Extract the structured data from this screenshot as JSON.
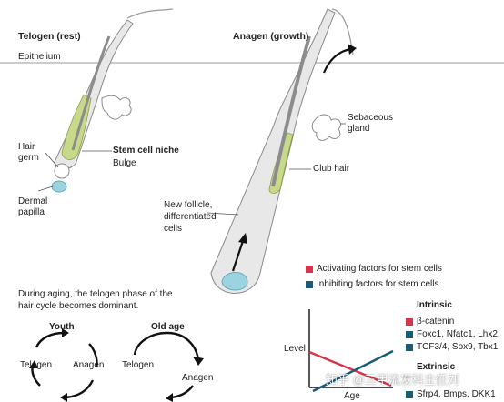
{
  "colors": {
    "activating": "#d6354a",
    "inhibiting": "#1a5b78",
    "niche_green": "#c8d98a",
    "papilla_teal": "#9bd4e0",
    "follicle_fill": "#e6e6e6",
    "shaft_gray": "#8c8c8c",
    "line_gray": "#9a9a9a"
  },
  "stages": {
    "telogen_title": "Telogen (rest)",
    "anagen_title": "Anagen (growth)"
  },
  "labels": {
    "epithelium": "Epithelium",
    "hair_germ_1": "Hair",
    "hair_germ_2": "germ",
    "dermal_papilla_1": "Dermal",
    "dermal_papilla_2": "papilla",
    "stem_cell_niche": "Stem cell niche",
    "bulge": "Bulge",
    "sebaceous_1": "Sebaceous",
    "sebaceous_2": "gland",
    "club_hair": "Club hair",
    "new_follicle_1": "New follicle,",
    "new_follicle_2": "differentiated",
    "new_follicle_3": "cells"
  },
  "aging": {
    "caption_1": "During aging, the telogen phase of the",
    "caption_2": "hair cycle becomes dominant.",
    "youth_title": "Youth",
    "old_title": "Old age",
    "youth_telogen": "Telogen",
    "youth_anagen": "Anagen",
    "old_telogen": "Telogen",
    "old_anagen": "Anagen"
  },
  "legend": {
    "activating": "Activating factors for stem cells",
    "inhibiting": "Inhibiting factors for stem cells"
  },
  "factors": {
    "intrinsic_title": "Intrinsic",
    "intrinsic_activating": "β-catenin",
    "intrinsic_inhibiting_1": "Foxc1, Nfatc1, Lhx2,",
    "intrinsic_inhibiting_2": "TCF3/4, Sox9, Tbx1",
    "extrinsic_title": "Extrinsic",
    "extrinsic_inhibiting": "Sfrp4, Bmps, DKK1"
  },
  "chart": {
    "ylabel": "Level",
    "xlabel": "Age"
  },
  "watermark": "知乎 @三甲流发科主任刘"
}
